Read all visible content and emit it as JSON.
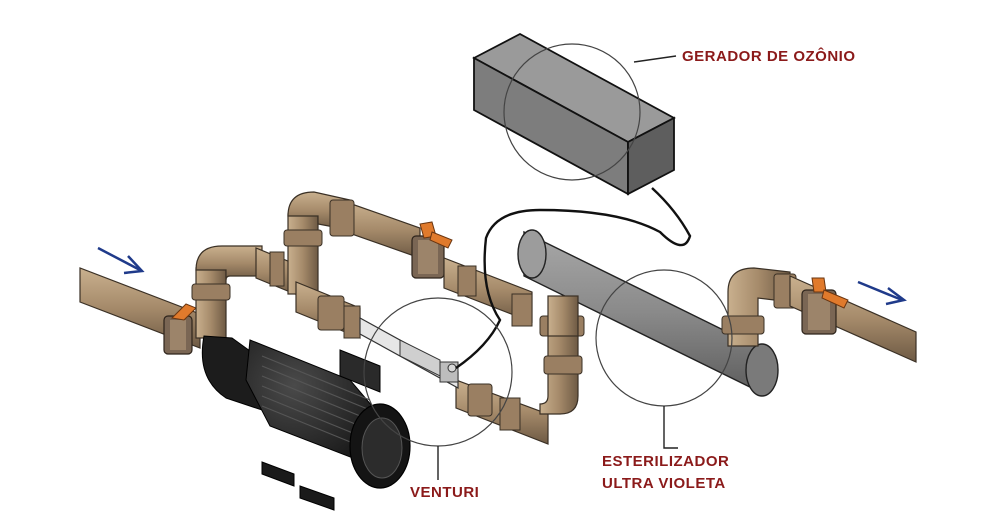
{
  "labels": {
    "ozone_generator": "GERADOR DE OZÔNIO",
    "venturi": "VENTURI",
    "uv_line1": "ESTERILIZADOR",
    "uv_line2": "ULTRA VIOLETA"
  },
  "colors": {
    "pipe": "#a58a6a",
    "pipe_dark": "#6e5a44",
    "label": "#8b1a1a",
    "arrow": "#1f3a8a",
    "valve_handle": "#e07a2c",
    "equipment": "#8a8a8a",
    "pump": "#1c1c1c"
  },
  "icons": {
    "inlet_arrow": "arrow-right-down-icon",
    "outlet_arrow": "arrow-right-up-icon"
  }
}
